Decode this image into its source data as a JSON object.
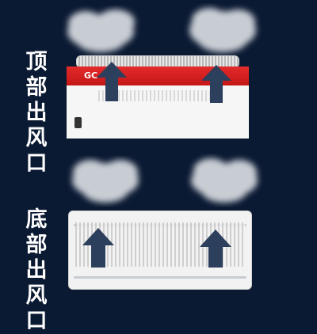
{
  "top_section": {
    "label_chars": [
      "顶",
      "部",
      "出",
      "风",
      "口"
    ],
    "brand_text": "GC"
  },
  "bottom_section": {
    "label_chars": [
      "底",
      "部",
      "出",
      "风",
      "口"
    ]
  },
  "colors": {
    "background": "#0b1a33",
    "arrow": "#2c3f5c",
    "band_red": "#d81e1e",
    "steam": "#d9dde2"
  },
  "icons": [
    "steam-cloud-icon",
    "up-arrow-icon"
  ]
}
